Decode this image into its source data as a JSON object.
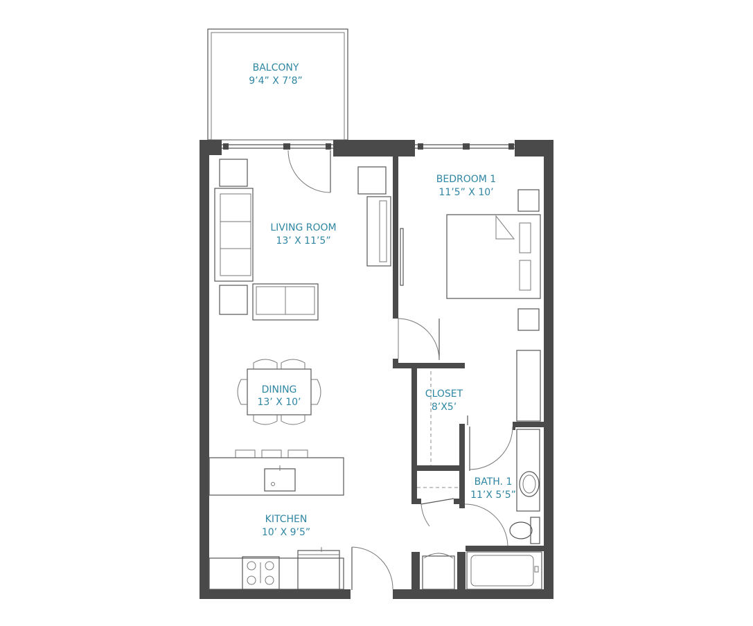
{
  "colors": {
    "label": "#2e86a3",
    "wall": "#4a4a4a",
    "fixture": "#555555",
    "background": "#ffffff"
  },
  "rooms": {
    "balcony": {
      "name": "BALCONY",
      "size": "9’4” X 7’8”"
    },
    "living": {
      "name": "LIVING ROOM",
      "size": "13’ X 11’5”"
    },
    "bedroom": {
      "name": "BEDROOM 1",
      "size": "11’5” X 10’"
    },
    "dining": {
      "name": "DINING",
      "size": "13’ X 10’"
    },
    "closet": {
      "name": "CLOSET",
      "size": "8’X5’"
    },
    "bath": {
      "name": "BATH. 1",
      "size": "11’X 5’5”"
    },
    "kitchen": {
      "name": "KITCHEN",
      "size": "10’ X 9’5”"
    }
  }
}
